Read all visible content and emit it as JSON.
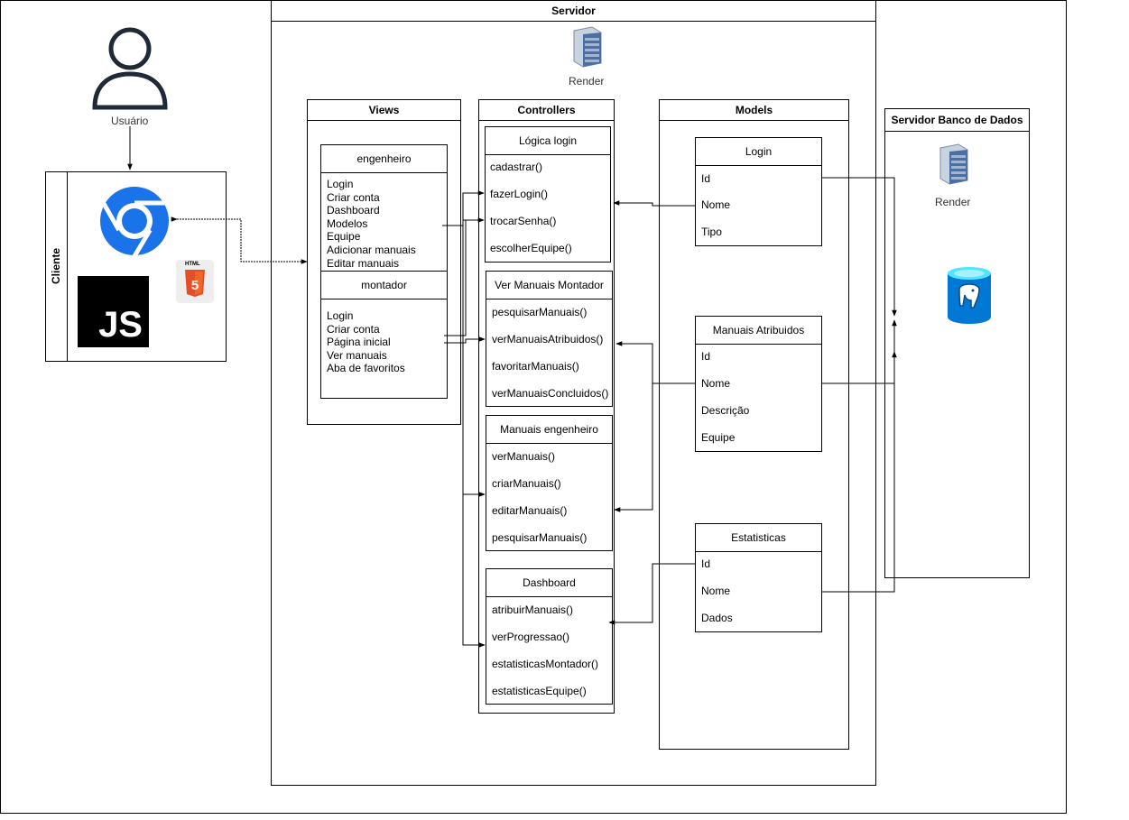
{
  "cliente": {
    "title": "Cliente"
  },
  "user": {
    "label": "Usuário"
  },
  "servidor": {
    "title": "Servidor",
    "render_label": "Render"
  },
  "db_server": {
    "title": "Servidor Banco de Dados",
    "render_label": "Render"
  },
  "views": {
    "title": "Views",
    "engenheiro": {
      "name": "engenheiro",
      "items": [
        "Login",
        "Criar conta",
        "Dashboard",
        "Modelos",
        "Equipe",
        "Adicionar manuais",
        "Editar manuais"
      ]
    },
    "montador": {
      "name": "montador",
      "items": [
        "Login",
        "Criar conta",
        "Página inicial",
        "Ver manuais",
        "Aba de favoritos"
      ]
    }
  },
  "controllers": {
    "title": "Controllers",
    "classes": [
      {
        "name": "Lógica login",
        "methods": [
          "cadastrar()",
          "fazerLogin()",
          "trocarSenha()",
          "escolherEquipe()"
        ]
      },
      {
        "name": "Ver Manuais Montador",
        "methods": [
          "pesquisarManuais()",
          "verManuaisAtribuidos()",
          "favoritarManuais()",
          "verManuaisConcluidos()"
        ]
      },
      {
        "name": "Manuais engenheiro",
        "methods": [
          "verManuais()",
          "criarManuais()",
          "editarManuais()",
          "pesquisarManuais()"
        ]
      },
      {
        "name": "Dashboard",
        "methods": [
          "atribuirManuais()",
          "verProgressao()",
          "estatisticasMontador()",
          "estatisticasEquipe()"
        ]
      }
    ]
  },
  "models": {
    "title": "Models",
    "classes": [
      {
        "name": "Login",
        "fields": [
          "Id",
          "Nome",
          "Tipo"
        ]
      },
      {
        "name": "Manuais Atribuidos",
        "fields": [
          "Id",
          "Nome",
          "Descrição",
          "Equipe"
        ]
      },
      {
        "name": "Estatisticas",
        "fields": [
          "Id",
          "Nome",
          "Dados"
        ]
      }
    ]
  },
  "icons": {
    "user": "user-icon",
    "chrome": "chrome-icon",
    "js": "javascript-icon",
    "html5": "html5-icon",
    "server": "server-icon",
    "postgres": "postgres-database-icon"
  },
  "icon_text": {
    "js": "JS",
    "html": "HTML"
  },
  "colors": {
    "chrome_blue": "#1a73e8",
    "js_bg": "#000000",
    "html_orange": "#e44d26",
    "db_blue": "#0078d4"
  }
}
